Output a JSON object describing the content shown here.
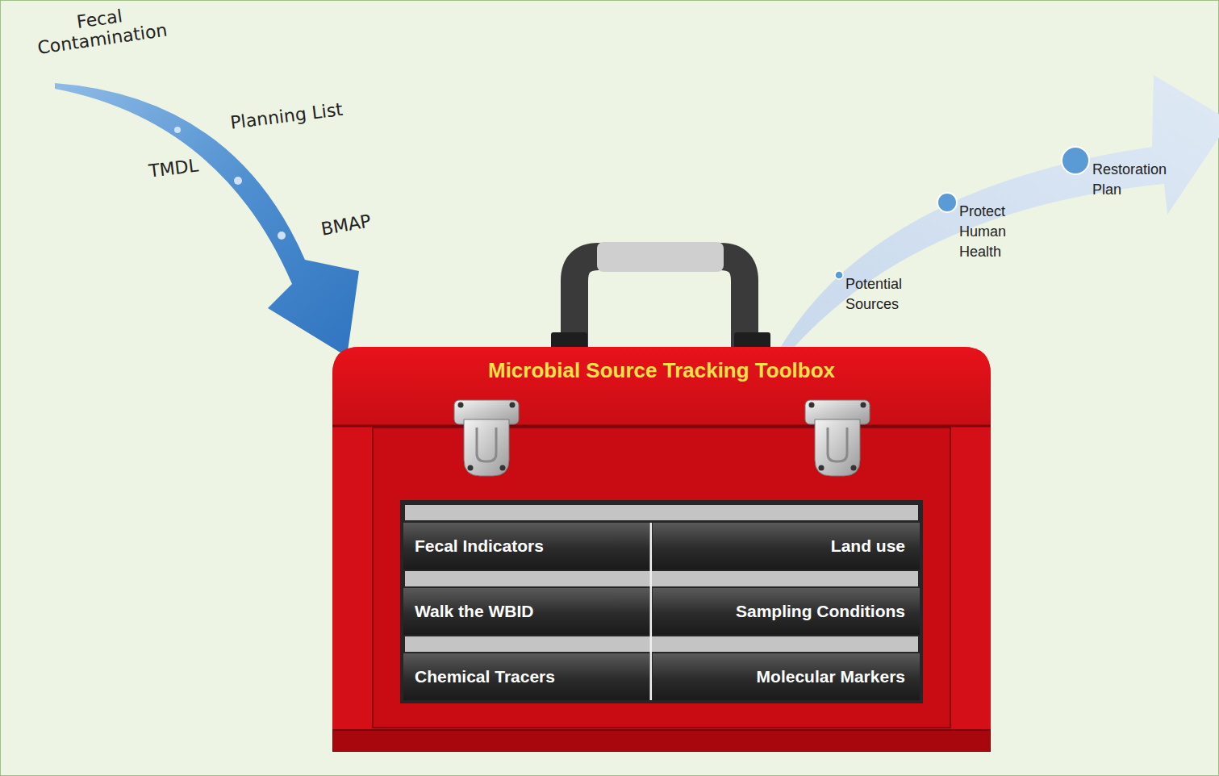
{
  "diagram": {
    "nodes": [
      {
        "text": [
          "Microbial Source Tracking Toolbox"
        ]
      },
      {
        "text": [
          "Fecal Indicators"
        ],
        "in": 0
      },
      {
        "text": [
          "Land use"
        ],
        "in": 0
      },
      {
        "text": [
          "Walk the WBID"
        ],
        "in": 0
      },
      {
        "text": [
          "Sampling Conditions"
        ],
        "in": 0
      },
      {
        "text": [
          "Chemical Tracers"
        ],
        "in": 0
      },
      {
        "text": [
          "Molecular Markers"
        ],
        "in": 0
      }
    ],
    "labels": [
      "Fecal Contamination",
      "Planning List",
      "TMDL",
      "BMAP",
      "Potential Sources",
      "Protect Human Health",
      "Restoration Plan"
    ]
  }
}
